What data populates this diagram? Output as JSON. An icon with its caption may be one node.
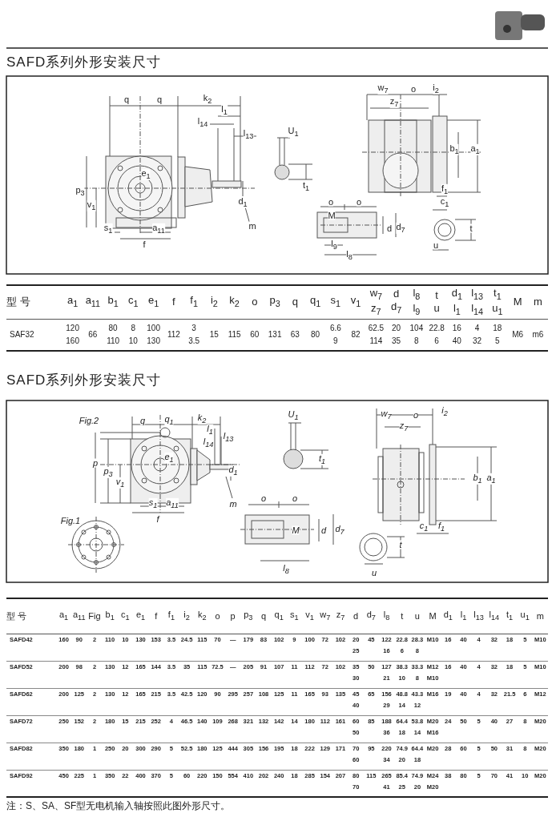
{
  "diagram": {
    "labels": [
      "SAFD系列外形安装尺寸",
      "q",
      "q",
      "k$_{2}$",
      "l$_{1}$",
      "l$_{14}$",
      "l$_{13}$",
      "U$_{1}$",
      "t$_{1}$",
      "p$_{3}$",
      "v$_{1}$",
      "e$_{1}$",
      "d$_{1}$",
      "m",
      "s$_{1}$",
      "a$_{11}$",
      "f",
      "w$_{7}$",
      "o",
      "i$_{2}$",
      "z$_{7}$",
      "b$_{1}$",
      "a$_{1}$",
      "f$_{1}$",
      "c$_{1}$",
      "o",
      "o",
      "M",
      "d",
      "d$_{7}$",
      "l$_{9}$",
      "l$_{8}$",
      "t",
      "u",
      "型 号",
      "a$_{1}$",
      "a$_{11}$",
      "b$_{1}$",
      "c$_{1}$",
      "e$_{1}$",
      "f",
      "f$_{1}$",
      "i$_{2}$",
      "k$_{2}$",
      "o",
      "p$_{3}$",
      "q",
      "q$_{1}$",
      "s$_{1}$",
      "v$_{1}$",
      "w$_{7}$ z$_{7}$",
      "d d$_{7}$",
      "l$_{8}$ l$_{9}$",
      "t u",
      "d$_{1}$ l$_{1}$",
      "l$_{13}$ l$_{14}$",
      "t$_{1}$ u$_{1}$",
      "M",
      "m",
      "SAF32",
      "120 160",
      "66",
      "80 110",
      "8 10",
      "100 130",
      "112",
      "3 3.5",
      "15",
      "115",
      "60",
      "131",
      "63",
      "80",
      "6.6 9",
      "82",
      "62.5 114",
      "20 35",
      "104 8",
      "22.8 6",
      "16 40",
      "4 32",
      "18 5",
      "M6",
      "m6",
      "SAFD系列外形安装尺寸",
      "Fig.2",
      "q",
      "q$_{1}$",
      "k$_{2}$",
      "U$_{1}$",
      "w$_{7}$",
      "o",
      "i$_{2}$",
      "l$_{1}$",
      "l$_{13}$",
      "l$_{14}$",
      "z$_{7}$",
      "p",
      "p$_{3}$",
      "e$_{1}$",
      "t$_{1}$",
      "d$_{1}$",
      "v$_{1}$",
      "b$_{1}$",
      "a$_{1}$",
      "m",
      "s$_{1}$",
      "a$_{11}$",
      "o",
      "o",
      "Fig.1",
      "f",
      "M",
      "d",
      "d$_{7}$",
      "c$_{1}$",
      "f$_{1}$",
      "t",
      "l$_{8}$",
      "u",
      "型 号",
      "a$_{1}$",
      "a$_{11}$",
      "Fig",
      "b$_{1}$",
      "c$_{1}$",
      "e$_{1}$",
      "f",
      "f$_{1}$",
      "i$_{2}$",
      "k$_{2}$",
      "o",
      "p",
      "p$_{3}$",
      "q",
      "q$_{1}$",
      "s$_{1}$",
      "v$_{1}$",
      "w$_{7}$",
      "z$_{7}$",
      "d",
      "d$_{7}$",
      "l$_{8}$",
      "t",
      "u",
      "M",
      "d$_{1}$",
      "l$_{1}$",
      "l$_{13}$",
      "l$_{14}$",
      "t$_{1}$",
      "u$_{1}$",
      "m",
      "SAFD42",
      "160",
      "90",
      "2",
      "110",
      "10",
      "130",
      "153",
      "3.5",
      "24.5",
      "115",
      "70",
      "—",
      "179",
      "83",
      "102",
      "9",
      "100",
      "72",
      "102",
      "20 25",
      "45",
      "122 16",
      "22.8 6",
      "28.3 8",
      "M10",
      "16",
      "40",
      "4",
      "32",
      "18",
      "5",
      "M10",
      "SAFD52",
      "200",
      "98",
      "2",
      "130",
      "12",
      "165",
      "144",
      "3.5",
      "35",
      "115",
      "72.5",
      "—",
      "205",
      "91",
      "107",
      "11",
      "112",
      "72",
      "102",
      "35 30",
      "50",
      "127 21",
      "38.3 10",
      "33.3 8",
      "M12 M10",
      "16",
      "40",
      "4",
      "32",
      "18",
      "5",
      "M10",
      "SAFD62",
      "200",
      "125",
      "2",
      "130",
      "12",
      "165",
      "215",
      "3.5",
      "42.5",
      "120",
      "90",
      "295",
      "257",
      "108",
      "125",
      "11",
      "165",
      "93",
      "135",
      "45 40",
      "65",
      "156 29",
      "48.8 14",
      "43.3 12",
      "M16",
      "19",
      "40",
      "4",
      "32",
      "21.5",
      "6",
      "M12",
      "SAFD72",
      "250",
      "152",
      "2",
      "180",
      "15",
      "215",
      "252",
      "4",
      "46.5",
      "140",
      "109",
      "268",
      "321",
      "132",
      "142",
      "14",
      "180",
      "112",
      "161",
      "60 50",
      "85",
      "188 36",
      "64.4 18",
      "53.8 14",
      "M20 M16",
      "24",
      "50",
      "5",
      "40",
      "27",
      "8",
      "M20",
      "SAFD82",
      "350",
      "180",
      "1",
      "250",
      "20",
      "300",
      "290",
      "5",
      "52.5",
      "180",
      "125",
      "444",
      "305",
      "156",
      "195",
      "18",
      "222",
      "129",
      "171",
      "70 60",
      "95",
      "220 34",
      "74.9 20",
      "64.4 18",
      "M20",
      "28",
      "60",
      "5",
      "50",
      "31",
      "8",
      "M20",
      "SAFD92",
      "450",
      "225",
      "1",
      "350",
      "22",
      "400",
      "370",
      "5",
      "60",
      "220",
      "150",
      "554",
      "410",
      "202",
      "240",
      "18",
      "285",
      "154",
      "207",
      "80 70",
      "115",
      "265 41",
      "85.4 25",
      "74.9 20",
      "M24 M20",
      "38",
      "80",
      "5",
      "70",
      "41",
      "10",
      "M20",
      "注：S、SA、SF型无电机输入轴按照此图外形尺寸。"
    ]
  }
}
